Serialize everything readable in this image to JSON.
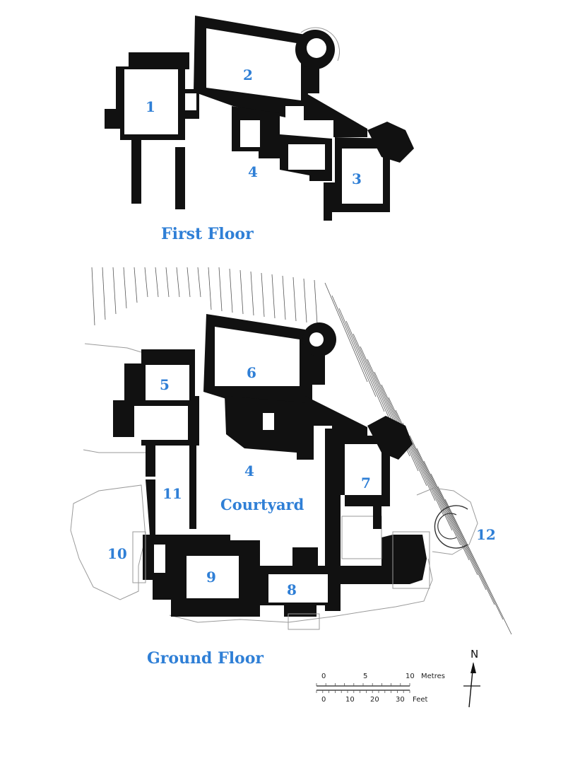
{
  "diagram": {
    "first_floor": {
      "title": "First Floor",
      "rooms": [
        "1",
        "2",
        "3",
        "4"
      ]
    },
    "ground_floor": {
      "title": "Ground Floor",
      "courtyard": "Courtyard",
      "rooms": [
        "5",
        "6",
        "4",
        "7",
        "11",
        "10",
        "9",
        "8",
        "12"
      ]
    },
    "scale": {
      "metres_label": "Metres",
      "feet_label": "Feet",
      "metres_ticks": [
        "0",
        "5",
        "10"
      ],
      "feet_ticks": [
        "0",
        "10",
        "20",
        "30"
      ]
    },
    "north_label": "N"
  },
  "colors": {
    "label": "#2f7fd6",
    "wall": "#111111"
  }
}
